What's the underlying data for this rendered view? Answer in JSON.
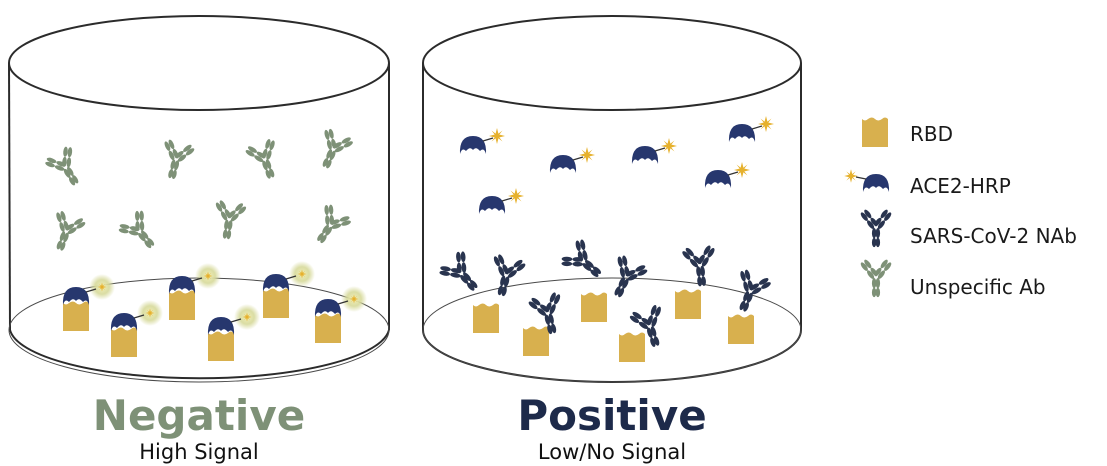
{
  "wells": [
    {
      "title": "Negative",
      "subtitle": "High Signal"
    },
    {
      "title": "Positive",
      "subtitle": "Low/No Signal"
    }
  ],
  "legend": [
    {
      "label": "RBD",
      "icon": "rbd-icon"
    },
    {
      "label": "ACE2-HRP",
      "icon": "ace2-hrp-icon"
    },
    {
      "label": "SARS-CoV-2 NAb",
      "icon": "nab-antibody-icon"
    },
    {
      "label": "Unspecific Ab",
      "icon": "unspecific-antibody-icon"
    }
  ],
  "colors": {
    "rbd": "#d8b04e",
    "ace2": "#27376e",
    "hrp_star": "#e6b12d",
    "glow": "#d9dc9e",
    "nab": "#29344f",
    "unspecific_ab": "#7e9177",
    "negative_title": "#7e9177",
    "positive_title": "#1d2a4a"
  }
}
